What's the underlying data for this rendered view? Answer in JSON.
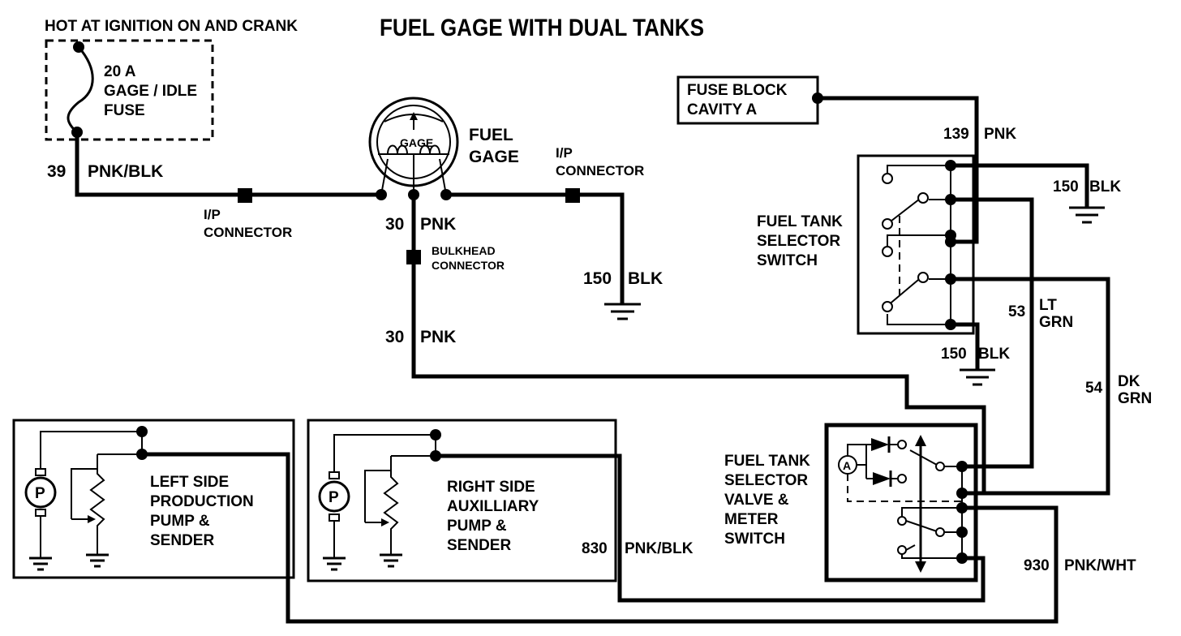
{
  "title": "FUEL GAGE WITH DUAL TANKS",
  "power": {
    "hot_label": "HOT AT IGNITION ON AND CRANK",
    "fuse_lines": [
      "20 A",
      "GAGE / IDLE",
      "FUSE"
    ]
  },
  "fuse_block": {
    "lines": [
      "FUSE BLOCK",
      "CAVITY A"
    ]
  },
  "gage": {
    "dial_text": "GAGE",
    "label_lines": [
      "FUEL",
      "GAGE"
    ]
  },
  "connectors": {
    "ip_left": [
      "I/P",
      "CONNECTOR"
    ],
    "ip_right": [
      "I/P",
      "CONNECTOR"
    ],
    "bulkhead": [
      "BULKHEAD",
      "CONNECTOR"
    ]
  },
  "wires": [
    {
      "id": "39",
      "circuit": "39",
      "color": "PNK/BLK"
    },
    {
      "id": "30-top",
      "circuit": "30",
      "color": "PNK"
    },
    {
      "id": "30-bottom",
      "circuit": "30",
      "color": "PNK"
    },
    {
      "id": "150-gage",
      "circuit": "150",
      "color": "BLK"
    },
    {
      "id": "139",
      "circuit": "139",
      "color": "PNK"
    },
    {
      "id": "150-switch-top",
      "circuit": "150",
      "color": "BLK"
    },
    {
      "id": "150-switch-bottom",
      "circuit": "150",
      "color": "BLK"
    },
    {
      "id": "53",
      "circuit": "53",
      "color_lines": [
        "LT",
        "GRN"
      ]
    },
    {
      "id": "54",
      "circuit": "54",
      "color_lines": [
        "DK",
        "GRN"
      ]
    },
    {
      "id": "830",
      "circuit": "830",
      "color": "PNK/BLK"
    },
    {
      "id": "930",
      "circuit": "930",
      "color": "PNK/WHT"
    }
  ],
  "selector_switch": {
    "label_lines": [
      "FUEL TANK",
      "SELECTOR",
      "SWITCH"
    ]
  },
  "selector_valve": {
    "label_lines": [
      "FUEL TANK",
      "SELECTOR",
      "VALVE &",
      "METER",
      "SWITCH"
    ],
    "meter_symbol": "A"
  },
  "left_pump": {
    "symbol": "P",
    "label_lines": [
      "LEFT SIDE",
      "PRODUCTION",
      "PUMP &",
      "SENDER"
    ]
  },
  "right_pump": {
    "symbol": "P",
    "label_lines": [
      "RIGHT SIDE",
      "AUXILLIARY",
      "PUMP &",
      "SENDER"
    ]
  },
  "icons": [
    "fuse-icon",
    "ground-icon",
    "gauge-icon",
    "pump-motor-icon",
    "variable-resistor-icon",
    "switch-icon",
    "diode-icon",
    "ammeter-icon"
  ]
}
